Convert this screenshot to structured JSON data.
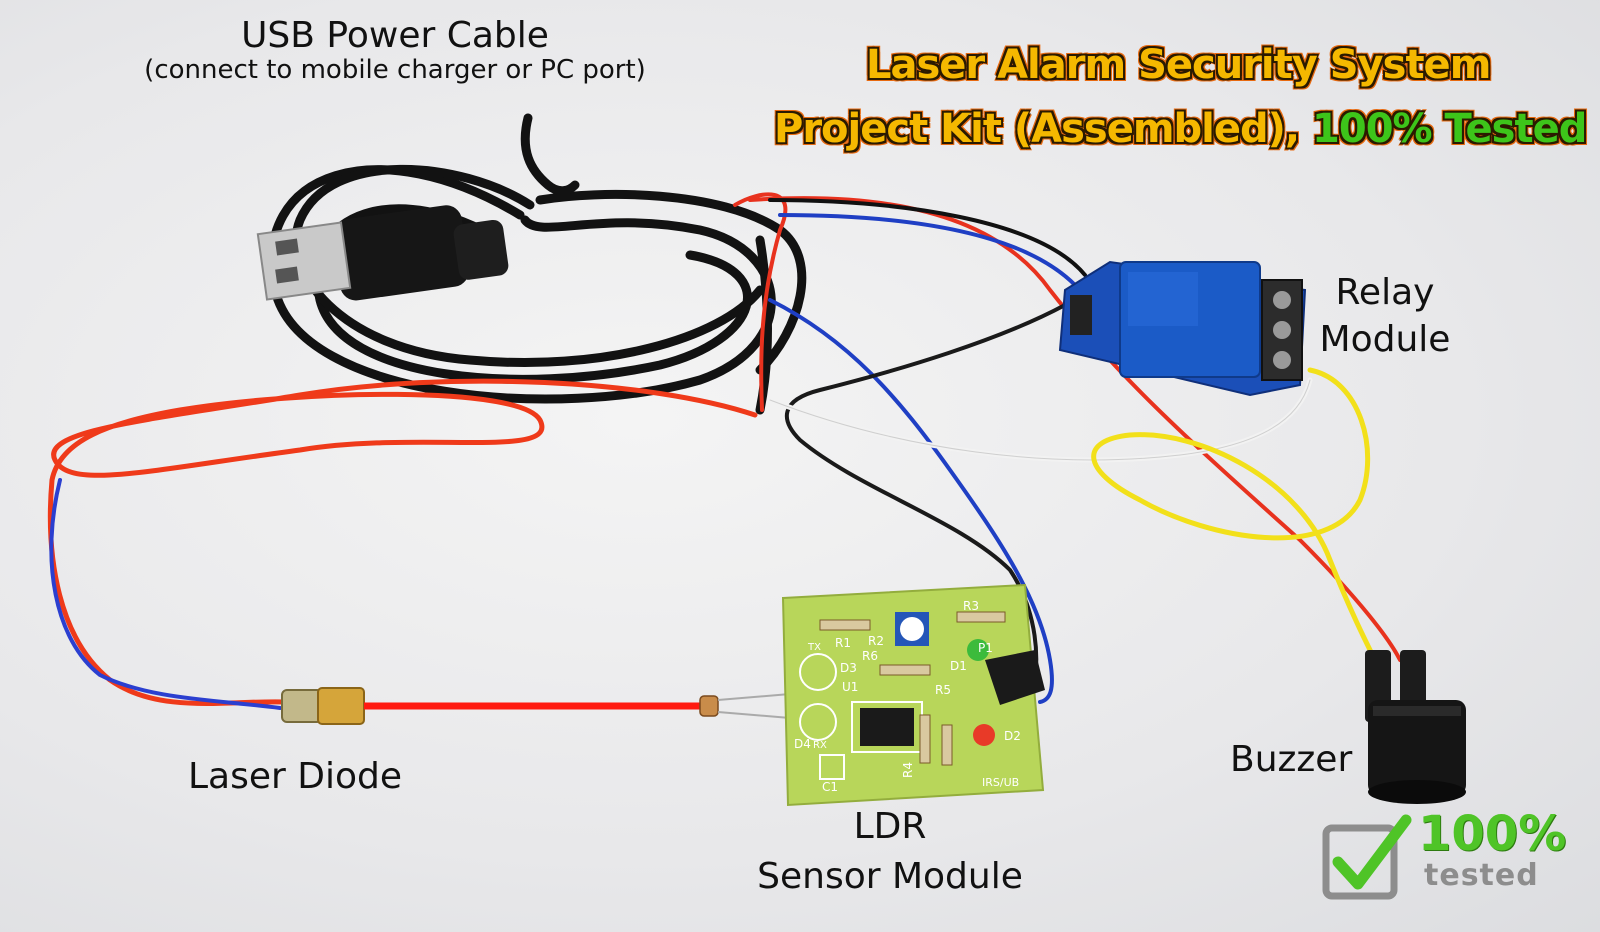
{
  "title": {
    "line1": "Laser Alarm Security System",
    "line2_main": "Project Kit (Assembled), ",
    "line2_highlight": "100% Tested"
  },
  "labels": {
    "usb_title": "USB Power Cable",
    "usb_sub": "(connect to mobile charger or PC port)",
    "relay_line1": "Relay",
    "relay_line2": "Module",
    "laser": "Laser Diode",
    "ldr_line1": "LDR",
    "ldr_line2": "Sensor Module",
    "buzzer": "Buzzer"
  },
  "badge": {
    "percent": "100%",
    "word": "tested"
  },
  "pcb_silkscreen": {
    "r1": "R1",
    "r2": "R2",
    "r3": "R3",
    "r4": "R4",
    "r5": "R5",
    "r6": "R6",
    "d1": "D1",
    "d2": "D2",
    "d3": "D3",
    "d4": "D4",
    "u1": "U1",
    "c1": "C1",
    "p1": "P1",
    "tx": "TX",
    "rx": "RX",
    "brand": "IRS/UB"
  },
  "colors": {
    "wire_red": "#e8321e",
    "wire_blue": "#1f3fc4",
    "wire_black": "#1a1a1a",
    "wire_yellow": "#f2e01a",
    "wire_white": "#f2f2f2",
    "laser_beam": "#ff1a10",
    "pcb_green": "#b8d65a",
    "relay_blue": "#1b5bc7",
    "title_orange": "#f5b800",
    "title_green": "#3dc51a"
  }
}
